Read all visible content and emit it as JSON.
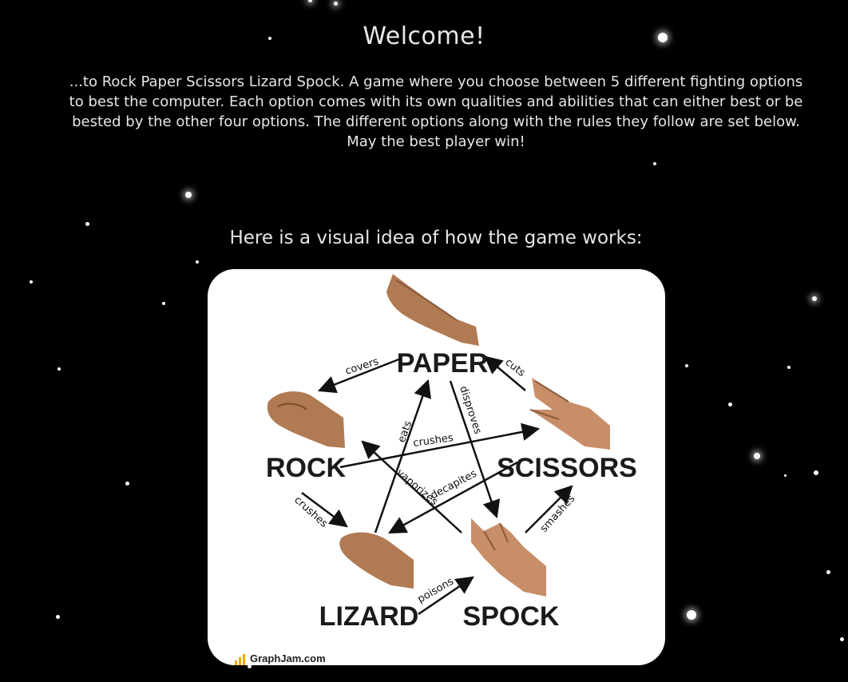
{
  "page": {
    "title": "Welcome!",
    "intro": "...to Rock Paper Scissors Lizard Spock. A game where you choose between 5 different fighting options to best the computer. Each option comes with its own qualities and abilities that can either best or be bested by the other four options. The different options along with the rules they follow are set below. May the best player win!",
    "subtitle": "Here is a visual idea of how the game works:"
  },
  "diagram": {
    "nodes": {
      "paper": "PAPER",
      "scissors": "SCISSORS",
      "spock": "SPOCK",
      "lizard": "LIZARD",
      "rock": "ROCK"
    },
    "verbs": {
      "covers": "covers",
      "cuts": "cuts",
      "crushes_top": "crushes",
      "crushes_left": "crushes",
      "eats": "eats",
      "disproves": "disproves",
      "vaporizes": "vaporizes",
      "decapites": "decapites",
      "smashes": "smashes",
      "poisons": "poisons"
    },
    "watermark": "GraphJam.com"
  },
  "colors": {
    "background": "#000000",
    "text": "#e6e6e6",
    "card": "#ffffff",
    "skin": "#b07a52",
    "watermark_accent": "#f2a900"
  }
}
